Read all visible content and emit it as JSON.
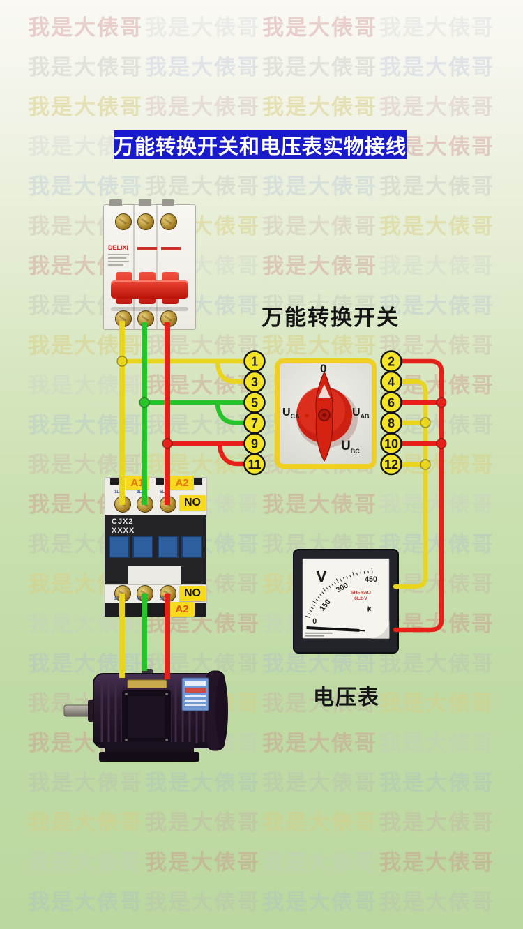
{
  "background": {
    "watermark_text": "我是大俵哥",
    "watermark_rows": 23,
    "watermark_cols": 4
  },
  "title": {
    "text": "万能转换开关和电压表实物接线"
  },
  "labels": {
    "rotary_switch": "万能转换开关",
    "voltmeter": "电压表"
  },
  "breaker": {
    "brand": "DELIXI"
  },
  "rotary": {
    "pos_top": "0",
    "u_left": "U",
    "sub_left": "CA",
    "u_right": "U",
    "sub_right": "AB",
    "u_bottom": "U",
    "sub_bottom": "BC"
  },
  "terminals": {
    "left": [
      "1",
      "3",
      "5",
      "7",
      "9",
      "11"
    ],
    "right": [
      "2",
      "4",
      "6",
      "8",
      "10",
      "12"
    ]
  },
  "contactor": {
    "model_line1": "CJX2",
    "model_line2": "XXXX",
    "label_a1": "A1",
    "label_a2_top": "A2",
    "label_no_top": "NO",
    "label_no_bottom": "NO",
    "label_a2_bottom": "A2",
    "pins_top": [
      "1L1",
      "3L2",
      "5L3"
    ],
    "pins_bottom": [
      "2T1",
      "4T2",
      "6T3"
    ]
  },
  "voltmeter": {
    "unit": "V",
    "scale_0": "0",
    "scale_150": "150",
    "scale_300": "300",
    "scale_450": "450",
    "brand": "SHENAO",
    "model": "6L2-V"
  },
  "colors": {
    "wire_yellow": "#e9d51d",
    "wire_green": "#27c32a",
    "wire_red": "#e62019",
    "terminal_fill": "#f4e428",
    "title_bg": "#1a1acd",
    "banner_text": "#ffffff"
  }
}
